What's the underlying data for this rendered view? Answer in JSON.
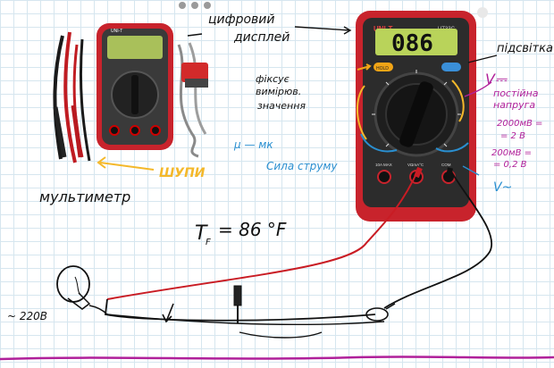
{
  "labels": {
    "multimeter": "мультиметр",
    "probes": "ШУПИ",
    "digital_display_line1": "цифровий",
    "digital_display_line2": "дисплей",
    "backlight": "підсвітка",
    "hold_line1": "фіксує",
    "hold_line2": "вимірюв.",
    "hold_line3": "значення",
    "micro": "μ — мк",
    "current": "Сила струму",
    "dc_voltage_symbol": "V⎓",
    "dc_voltage_line1": "постійна",
    "dc_voltage_line2": "напруга",
    "conv1_line1": "2000мВ =",
    "conv1_line2": "= 2 В",
    "conv2_line1": "200мВ =",
    "conv2_line2": "= 0,2 В",
    "ac_voltage": "V~",
    "temperature": "T",
    "temperature_sub": "F",
    "temperature_value": "= 86 °F",
    "mains": "~ 220В"
  },
  "device": {
    "brand": "UNI-T",
    "model": "UT33C",
    "display_value": "086",
    "hold_button": "HOLD",
    "terminal_left": "10A MAX",
    "terminal_mid": "VΩmA°C",
    "terminal_right": "COM"
  },
  "colors": {
    "body_red": "#c8232c",
    "lcd": "#b9d35a",
    "annotation_black": "#111111",
    "annotation_purple": "#b0209a",
    "annotation_blue": "#2a8fd0",
    "annotation_orange": "#f2a516",
    "annotation_yellow": "#f4b82a",
    "wire_red": "#c91c24"
  }
}
